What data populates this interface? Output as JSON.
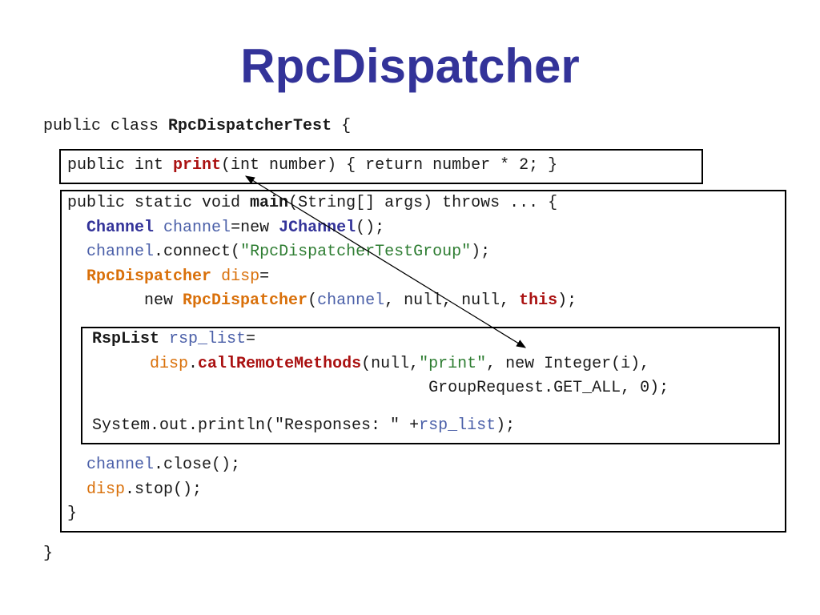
{
  "slide": {
    "title": "RpcDispatcher"
  },
  "code": {
    "class_open": {
      "pre": "public class ",
      "name": "RpcDispatcherTest",
      "post": " {"
    },
    "print_method": {
      "pre": "public int ",
      "name": "print",
      "post": "(int number) { return number * 2; }"
    },
    "main_decl": {
      "pre": "public static void ",
      "name": "main",
      "post": "(String[] args) throws ... {"
    },
    "channel_line": {
      "type": "Channel",
      "var": "channel",
      "mid": "=new ",
      "ctor": "JChannel",
      "post": "();"
    },
    "connect_line": {
      "var": "channel",
      "mid": ".connect(",
      "str": "\"RpcDispatcherTestGroup\"",
      "post": ");"
    },
    "disp_decl": {
      "type": "RpcDispatcher",
      "var": "disp",
      "post": "="
    },
    "disp_new": {
      "pre": "new ",
      "ctor": "RpcDispatcher",
      "open": "(",
      "arg": "channel",
      "mid": ", null, null, ",
      "this": "this",
      "post": ");"
    },
    "rsp_decl": {
      "type": "RspList",
      "var": "rsp_list",
      "post": "="
    },
    "call_line": {
      "var": "disp",
      "dot": ".",
      "method": "callRemoteMethods",
      "open": "(null,",
      "str": "\"print\"",
      "post": ", new Integer(i),"
    },
    "call_cont": {
      "text": "GroupRequest.GET_ALL, 0);"
    },
    "println_line": {
      "pre": "System.out.println(\"Responses: \" +",
      "var": "rsp_list",
      "post": ");"
    },
    "close_line": {
      "var": "channel",
      "post": ".close();"
    },
    "stop_line": {
      "var": "disp",
      "post": ".stop();"
    },
    "main_close": "}",
    "class_close": "}"
  },
  "colors": {
    "title": "#333399",
    "keyword_blue": "#333399",
    "variable_blue": "#4a5fa8",
    "orange": "#d9700a",
    "red": "#aa1111",
    "string_green": "#2e7d32"
  }
}
